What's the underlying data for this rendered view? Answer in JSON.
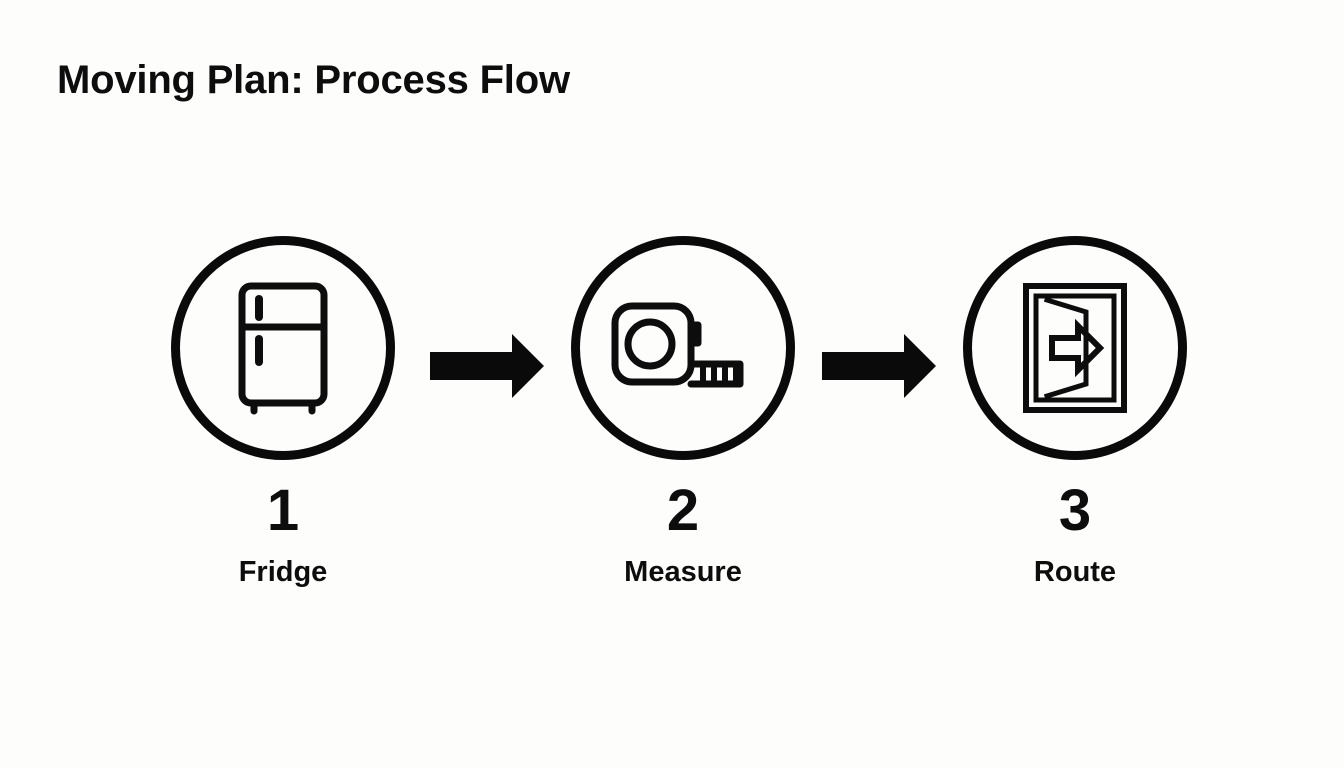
{
  "page": {
    "title": "Moving Plan: Process Flow",
    "background_color": "#fdfdfc",
    "ink_color": "#0d0d0d"
  },
  "diagram_data": {
    "type": "process-flow",
    "orientation": "horizontal",
    "step_count": 3,
    "connector": "solid-block-arrow",
    "steps": [
      {
        "number": "1",
        "label": "Fridge",
        "icon": "refrigerator-icon"
      },
      {
        "number": "2",
        "label": "Measure",
        "icon": "tape-measure-icon"
      },
      {
        "number": "3",
        "label": "Route",
        "icon": "exit-door-arrow-icon"
      }
    ],
    "connectors": [
      {
        "from": "1",
        "to": "2",
        "icon": "right-arrow-icon"
      },
      {
        "from": "2",
        "to": "3",
        "icon": "right-arrow-icon"
      }
    ]
  }
}
